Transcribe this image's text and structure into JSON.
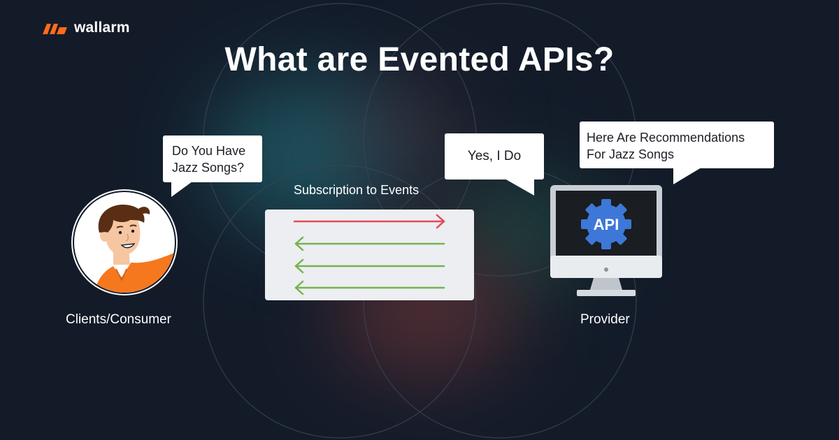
{
  "brand": {
    "name": "wallarm",
    "logo_color": "#ff6b1a"
  },
  "title": "What are Evented APIs?",
  "consumer": {
    "speech_line1": "Do You Have",
    "speech_line2": "Jazz Songs?",
    "label": "Clients/Consumer"
  },
  "events": {
    "label": "Subscription to Events",
    "arrows": [
      {
        "direction": "right",
        "color": "#e24a57"
      },
      {
        "direction": "left",
        "color": "#74b34f"
      },
      {
        "direction": "left",
        "color": "#74b34f"
      },
      {
        "direction": "left",
        "color": "#74b34f"
      }
    ]
  },
  "provider": {
    "reply_text": "Yes, I Do",
    "speech_line1": "Here Are Recommendations",
    "speech_line2": "For Jazz Songs",
    "api_badge": "API",
    "label": "Provider"
  },
  "colors": {
    "background": "#131b29",
    "api_gear": "#3d78d8",
    "shirt": "#f5781f",
    "hair": "#5a2e14"
  }
}
